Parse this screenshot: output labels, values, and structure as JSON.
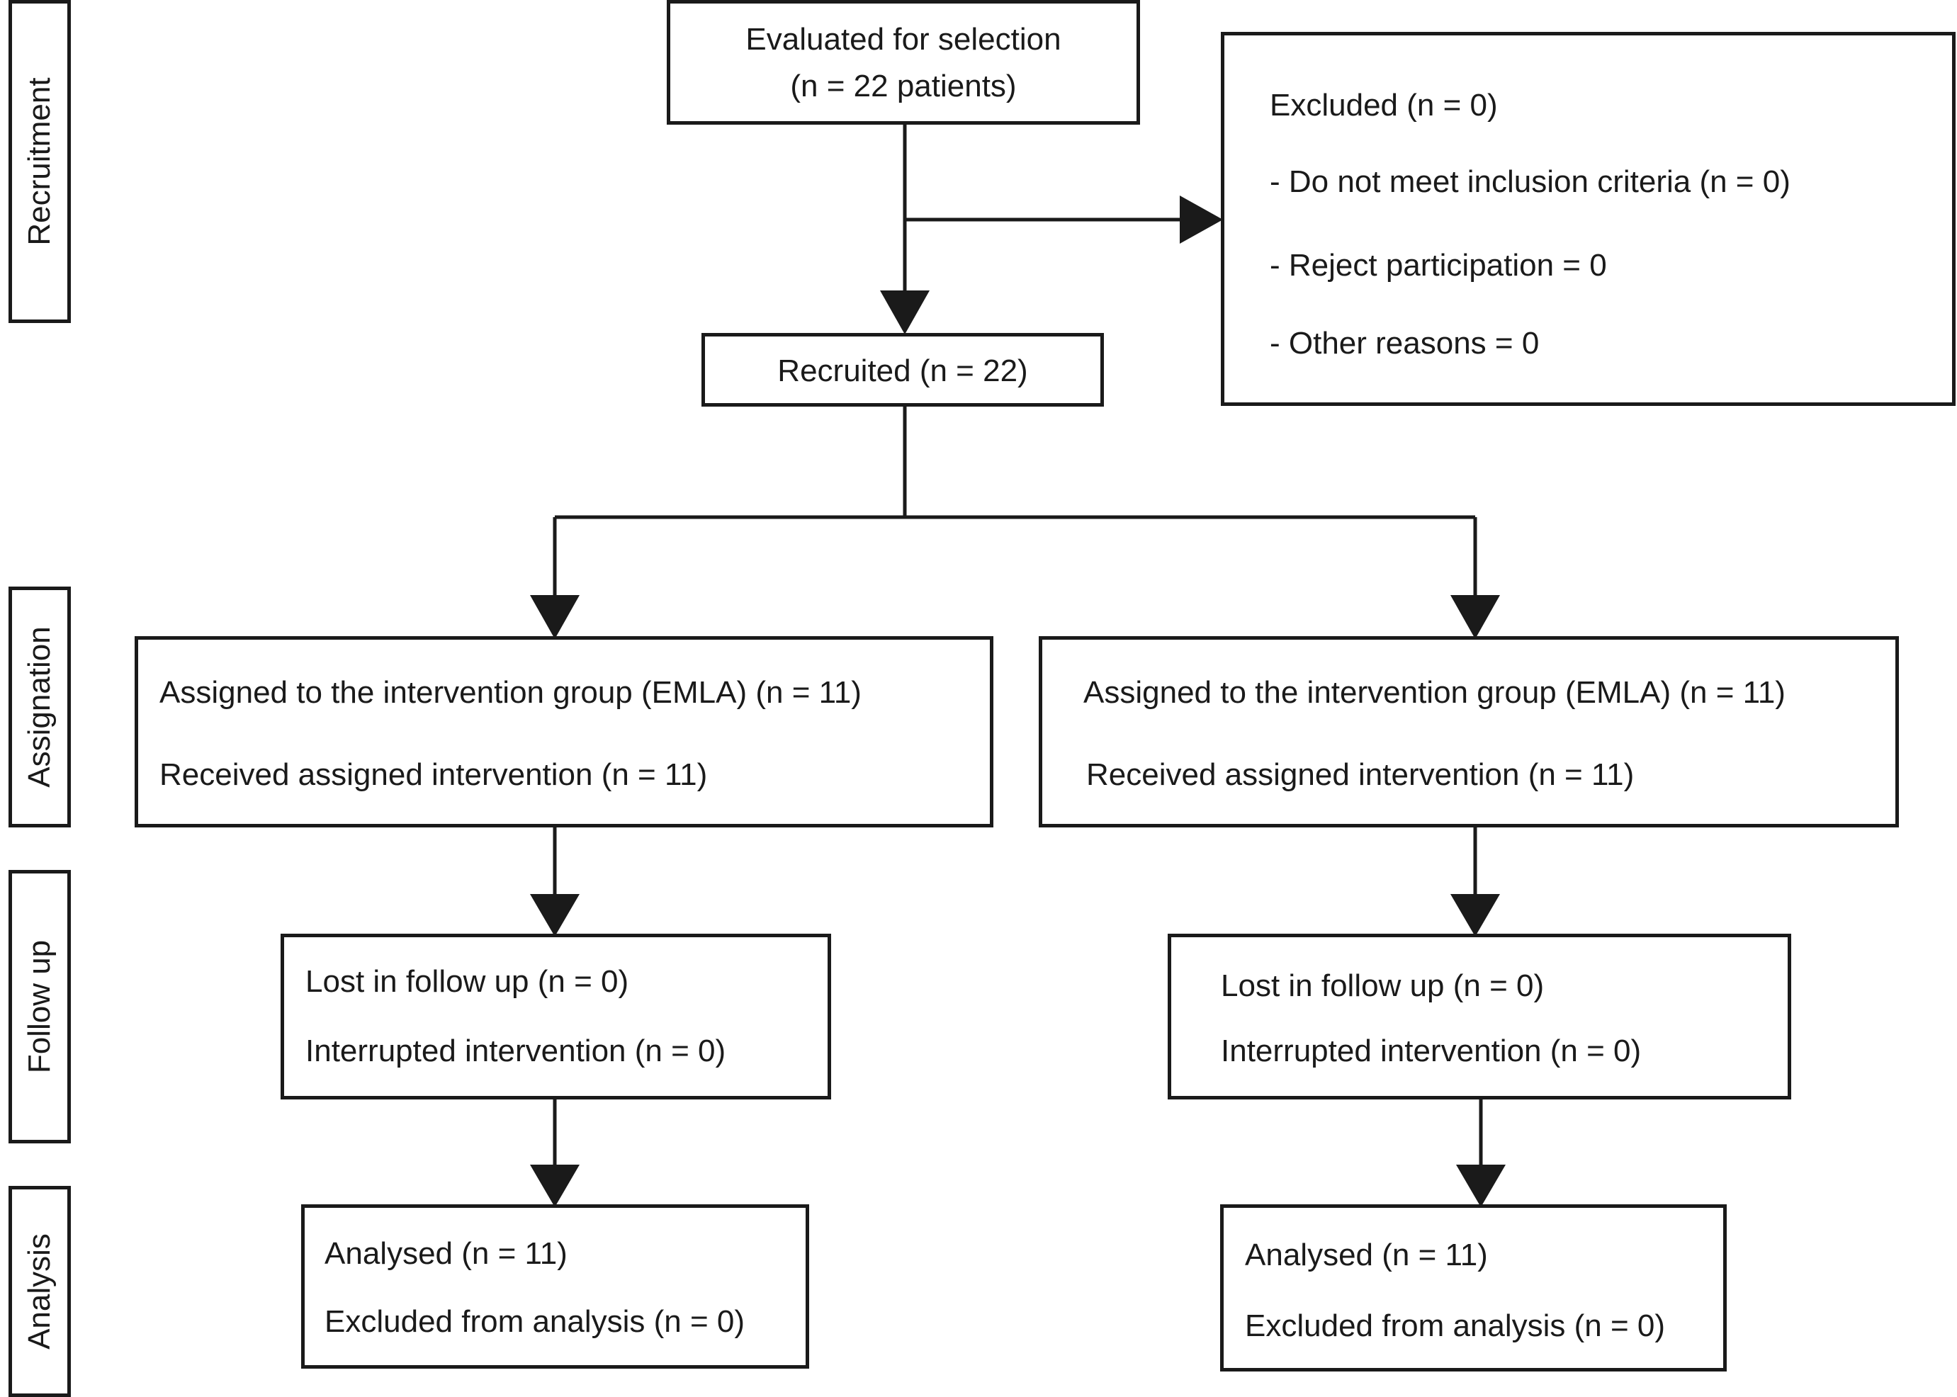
{
  "phases": {
    "recruitment": "Recruitment",
    "assignation": "Assignation",
    "follow_up": "Follow up",
    "analysis": "Analysis"
  },
  "evaluated": {
    "line1": "Evaluated for selection",
    "line2": "(n = 22 patients)"
  },
  "excluded": {
    "title": "Excluded (n = 0)",
    "reasons": [
      "- Do not meet inclusion criteria (n = 0)",
      "- Reject participation = 0",
      "- Other reasons = 0"
    ]
  },
  "recruited": {
    "label": "Recruited (n = 22)"
  },
  "arms": [
    {
      "assigned": "Assigned to the intervention group (EMLA) (n = 11)",
      "received": "Received assigned intervention (n = 11)",
      "lost": "Lost in follow up (n = 0)",
      "interrupted": "Interrupted intervention (n = 0)",
      "analysed": "Analysed (n = 11)",
      "excluded_analysis": "Excluded from analysis  (n = 0)"
    },
    {
      "assigned": "Assigned to the intervention group (EMLA) (n = 11)",
      "received": "Received assigned intervention (n = 11)",
      "lost": "Lost in follow up (n = 0)",
      "interrupted": "Interrupted intervention (n = 0)",
      "analysed": "Analysed (n = 11)",
      "excluded_analysis": "Excluded from analysis  (n = 0)"
    }
  ]
}
